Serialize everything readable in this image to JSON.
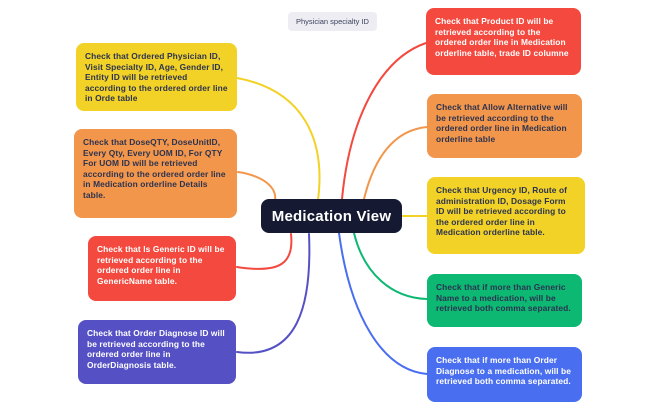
{
  "canvas": {
    "background": "#ffffff"
  },
  "center_node": {
    "label": "Medication View",
    "bg": "#151A32",
    "text_color": "#ffffff"
  },
  "floating_label": {
    "text": "Physician specialty ID",
    "bg": "#EDEDF3",
    "text_color": "#3D425C"
  },
  "dark_text": "#2C3350",
  "nodes": [
    {
      "text": "Check that Ordered Physician ID, Visit Specialty ID, Age, Gender ID, Entity ID will be retrieved according to the ordered order line in Orde table",
      "bg": "#F2D226",
      "text_color": "#2C3350",
      "connector_color": "#F2D226"
    },
    {
      "text": "Check that DoseQTY, DoseUnitID, Every Qty, Every UOM ID, For QTY For UOM ID will be retrieved according to the ordered order line in Medication orderline Details table.",
      "bg": "#F2964B",
      "text_color": "#2C3350",
      "connector_color": "#F2964B"
    },
    {
      "text": "Check that Is Generic ID will be retrieved according to the ordered order line in GenericName table.",
      "bg": "#F4493E",
      "text_color": "#ffffff",
      "connector_color": "#F4493E"
    },
    {
      "text": "Check that Order Diagnose ID will be retrieved according to the ordered order line in OrderDiagnosis table.",
      "bg": "#5551C5",
      "text_color": "#ffffff",
      "connector_color": "#5551C5"
    },
    {
      "text": "Check that Product ID will be retrieved according to the ordered order line in Medication orderline table, trade ID columne",
      "bg": "#F4493E",
      "text_color": "#ffffff",
      "connector_color": "#F4493E"
    },
    {
      "text": "Check that Allow Alternative will be retrieved according to the ordered order line in Medication orderline table",
      "bg": "#F2964B",
      "text_color": "#2C3350",
      "connector_color": "#F2964B"
    },
    {
      "text": "Check that Urgency ID, Route of administration ID, Dosage Form ID will be retrieved according to the ordered order line in Medication orderline table.",
      "bg": "#F2D226",
      "text_color": "#2C3350",
      "connector_color": "#F2D226"
    },
    {
      "text": "Check that if more than Generic Name to a medication, will be retrieved both comma separated.",
      "bg": "#0DB873",
      "text_color": "#2C3350",
      "connector_color": "#0DB873"
    },
    {
      "text": "Check that if more than Order Diagnose to a medication, will be retrieved both comma separated.",
      "bg": "#4A6EF0",
      "text_color": "#ffffff",
      "connector_color": "#4A6EF0"
    }
  ]
}
